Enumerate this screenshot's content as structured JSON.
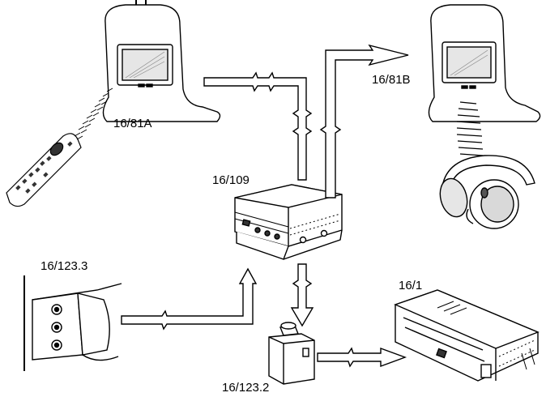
{
  "labels": {
    "headrest_left": "16/81A",
    "headrest_right": "16/81B",
    "central_unit": "16/109",
    "aux_jack_panel": "16/123.3",
    "adapter_box": "16/123.2",
    "head_unit": "16/1"
  },
  "colors": {
    "line": "#000000",
    "fill": "#ffffff",
    "shade": "#d9d9d9",
    "dark": "#444444"
  }
}
